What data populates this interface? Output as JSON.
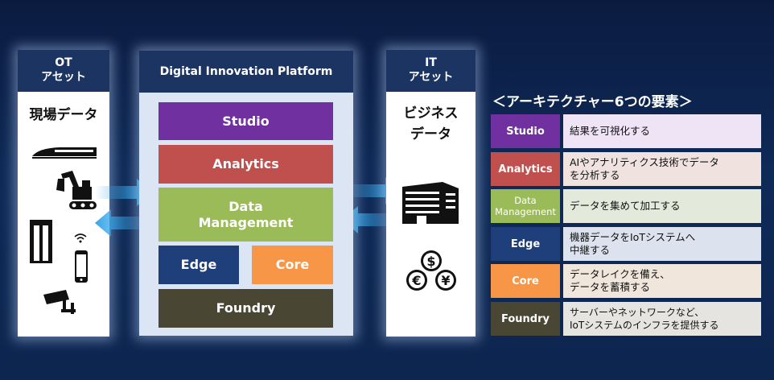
{
  "ot": {
    "head_line1": "OT",
    "head_line2": "アセット",
    "subtitle": "現場データ"
  },
  "platform": {
    "title": "Digital Innovation Platform",
    "studio": "Studio",
    "analytics": "Analytics",
    "data_mgmt_line1": "Data",
    "data_mgmt_line2": "Management",
    "edge": "Edge",
    "core": "Core",
    "foundry": "Foundry"
  },
  "it": {
    "head_line1": "IT",
    "head_line2": "アセット",
    "subtitle_line1": "ビジネス",
    "subtitle_line2": "データ"
  },
  "architecture": {
    "title": "＜アーキテクチャー6つの要素＞",
    "rows": [
      {
        "tag": "Studio",
        "desc_line1": "結果を可視化する",
        "desc_line2": ""
      },
      {
        "tag": "Analytics",
        "desc_line1": "AIやアナリティクス技術でデータ",
        "desc_line2": "を分析する"
      },
      {
        "tag_line1": "Data",
        "tag_line2": "Management",
        "desc_line1": "データを集めて加工する",
        "desc_line2": ""
      },
      {
        "tag": "Edge",
        "desc_line1": "機器データをIoTシステムへ",
        "desc_line2": "中継する"
      },
      {
        "tag": "Core",
        "desc_line1": "データレイクを備え、",
        "desc_line2": "データを蓄積する"
      },
      {
        "tag": "Foundry",
        "desc_line1": "サーバーやネットワークなど、",
        "desc_line2": "IoTシステムのインフラを提供する"
      }
    ]
  },
  "colors": {
    "studio": "#7030a0",
    "analytics": "#c0504d",
    "data_mgmt": "#9bbb59",
    "edge": "#1f3f7a",
    "core": "#f79646",
    "foundry": "#4a4634",
    "studio_desc": "#eee4f5",
    "analytics_desc": "#efe2df",
    "data_mgmt_desc": "#e4eadb",
    "edge_desc": "#dde3ee",
    "core_desc": "#f0e6dc",
    "foundry_desc": "#e5e4e0",
    "panel_head": "#1c3461",
    "arrow": "#35a6e8"
  },
  "icons": [
    "bullet-train-icon",
    "excavator-icon",
    "elevator-icon",
    "wifi-icon",
    "smartphone-icon",
    "security-camera-icon",
    "office-building-icon",
    "currency-coins-icon"
  ]
}
